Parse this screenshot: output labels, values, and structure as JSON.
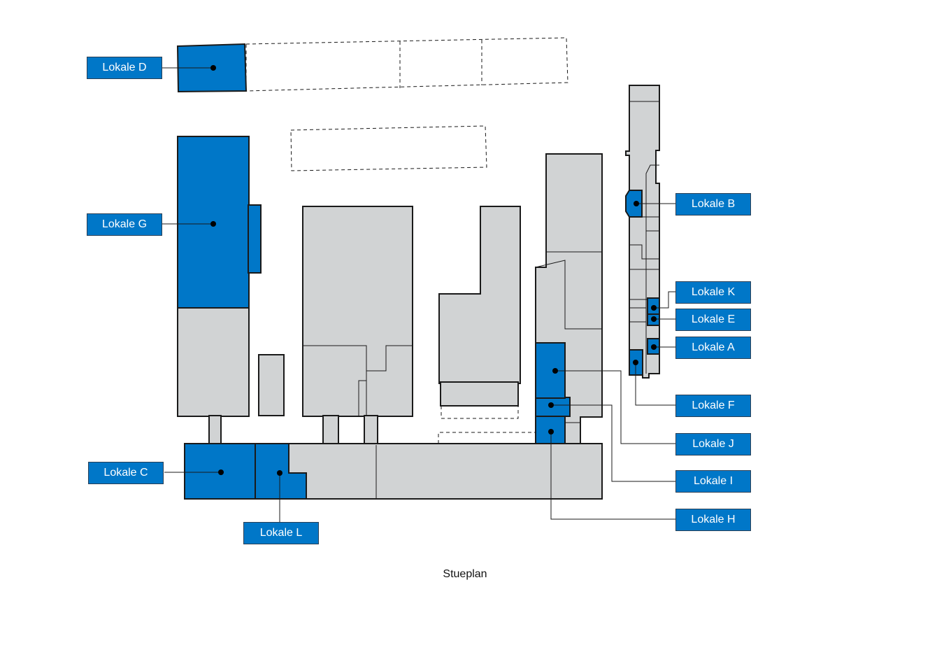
{
  "colors": {
    "unit_blue": "#0077c8",
    "building_grey": "#d1d3d4",
    "outline": "#1a1a1a"
  },
  "caption": "Stueplan",
  "units": [
    {
      "id": "D",
      "label": "Lokale D"
    },
    {
      "id": "G",
      "label": "Lokale G"
    },
    {
      "id": "C",
      "label": "Lokale C"
    },
    {
      "id": "L",
      "label": "Lokale L"
    },
    {
      "id": "B",
      "label": "Lokale B"
    },
    {
      "id": "K",
      "label": "Lokale K"
    },
    {
      "id": "E",
      "label": "Lokale E"
    },
    {
      "id": "A",
      "label": "Lokale A"
    },
    {
      "id": "F",
      "label": "Lokale F"
    },
    {
      "id": "J",
      "label": "Lokale J"
    },
    {
      "id": "I",
      "label": "Lokale I"
    },
    {
      "id": "H",
      "label": "Lokale H"
    }
  ]
}
